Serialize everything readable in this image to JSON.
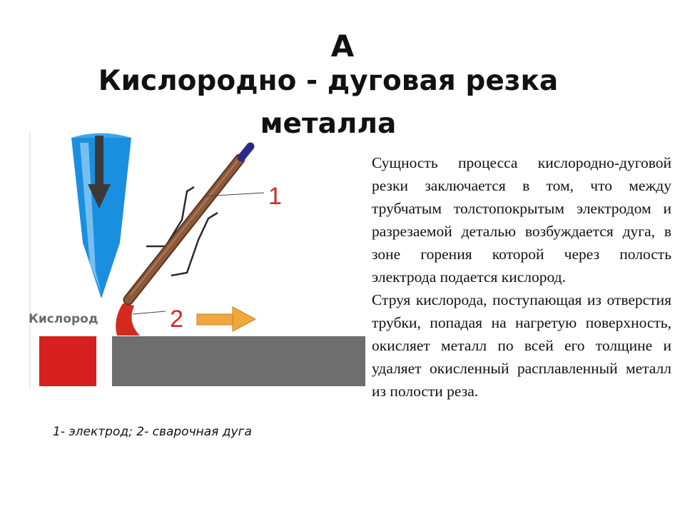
{
  "slide": {
    "letter": "А",
    "title_line1": "Кислородно - дуговая  резка",
    "title_line2": "металла"
  },
  "diagram": {
    "oxygen_label": "Кислород",
    "callout_1": "1",
    "callout_2": "2",
    "caption": "1- электрод; 2- сварочная дуга",
    "colors": {
      "nozzle": "#1a8fe0",
      "electrode": "#8b5a3c",
      "arc": "#d42a1e",
      "workpiece": "#6e6e6e",
      "block": "#d81f1f",
      "direction_arrow": "#f0a83c",
      "electrode_tip": "#2a2a8a"
    }
  },
  "description": {
    "paragraph1": "Сущность процесса кислородно-дуговой резки заключается в том, что между трубчатым толстопокрытым электродом и разрезаемой деталью возбуждается дуга, в зоне горения которой через полость электрода подается кислород.",
    "paragraph2": "Струя кислорода,  поступающая из отверстия трубки, попадая на нагретую поверхность, окисляет металл по всей его толщине  и удаляет окисленный расплавленный металл из полости реза."
  }
}
